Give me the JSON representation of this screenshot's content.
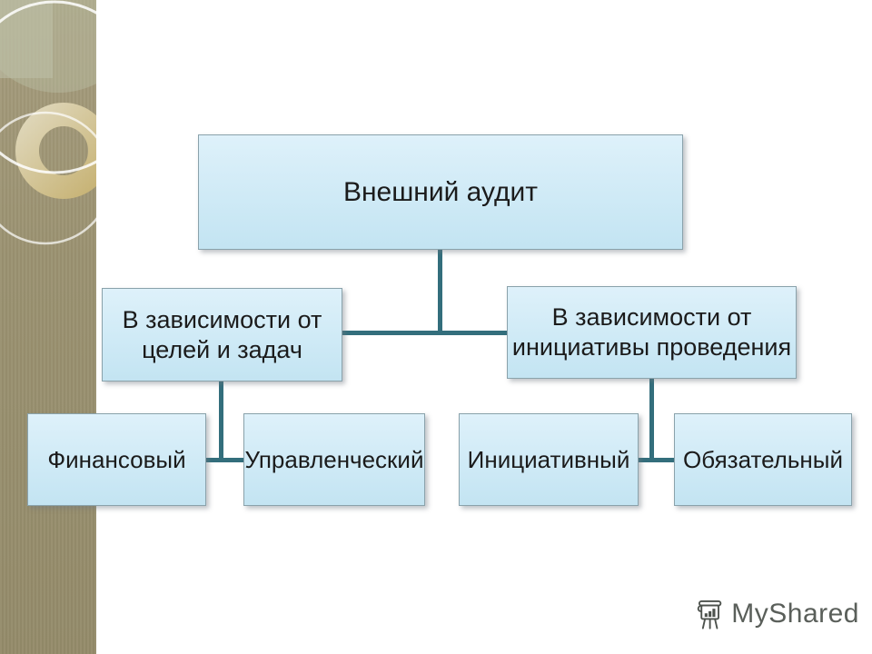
{
  "slide": {
    "diagram": {
      "root": {
        "label": "Внешний аудит"
      },
      "branch_left": {
        "line1": "В зависимости от",
        "line2": "целей и задач"
      },
      "branch_right": {
        "line1": "В зависимости от",
        "line2": "инициативы проведения"
      },
      "leaves": [
        "Финансовый",
        "Управленческий",
        "Инициативный",
        "Обязательный"
      ]
    },
    "watermark": {
      "text": "MyShared"
    }
  },
  "colors": {
    "connector_teal": "#336e7c",
    "box_fill_top": "#def1fa",
    "box_fill_bottom": "#c3e4f2",
    "box_border": "#8aa2ab",
    "sidebar_olive": "#9a9170",
    "text": "#1b1b1b",
    "watermark_gray": "#5a5f5a"
  }
}
